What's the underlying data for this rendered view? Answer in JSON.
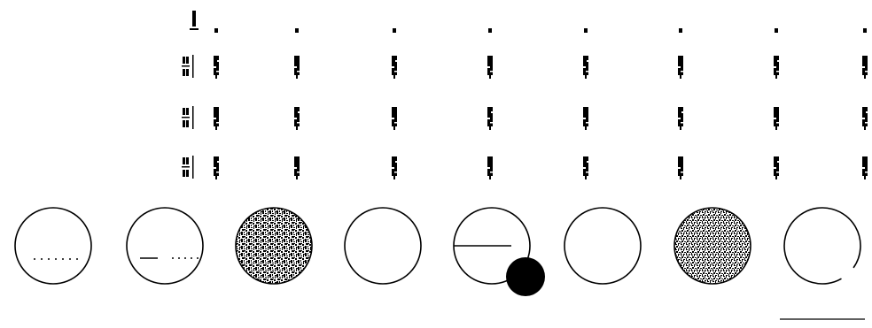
{
  "figure": {
    "background": "#ffffff",
    "ink": "#000000",
    "row_count": 3,
    "panels": [
      {
        "id": 1,
        "caption": "",
        "style": "outline",
        "fill": "none",
        "inner": "dotted-line",
        "overlay": "none",
        "gap": false,
        "top_glyph": "bar"
      },
      {
        "id": 2,
        "caption": "",
        "style": "outline",
        "fill": "none",
        "inner": "dash-and-dots",
        "overlay": "none",
        "gap": false,
        "top_glyph": "dot"
      },
      {
        "id": 3,
        "caption": "",
        "style": "filled",
        "fill": "speckled",
        "inner": "none",
        "overlay": "none",
        "gap": false,
        "top_glyph": "dot"
      },
      {
        "id": 4,
        "caption": "",
        "style": "outline",
        "fill": "none",
        "inner": "none",
        "overlay": "none",
        "gap": false,
        "top_glyph": "dot"
      },
      {
        "id": 5,
        "caption": "",
        "style": "outline",
        "fill": "none",
        "inner": "solid-line",
        "overlay": "solid-disc",
        "gap": false,
        "top_glyph": "dot"
      },
      {
        "id": 6,
        "caption": "",
        "style": "outline",
        "fill": "none",
        "inner": "none",
        "overlay": "none",
        "gap": false,
        "top_glyph": "dot"
      },
      {
        "id": 7,
        "caption": "",
        "style": "filled",
        "fill": "speckled",
        "inner": "none",
        "overlay": "none",
        "gap": false,
        "top_glyph": "dot"
      },
      {
        "id": 8,
        "caption": "",
        "style": "outline",
        "fill": "none",
        "inner": "none",
        "overlay": "none",
        "gap": true,
        "top_glyph": "dot"
      },
      {
        "id": 9,
        "caption": "",
        "style": "none",
        "fill": "none",
        "inner": "none",
        "overlay": "none",
        "gap": false,
        "top_glyph": "dot"
      }
    ]
  }
}
